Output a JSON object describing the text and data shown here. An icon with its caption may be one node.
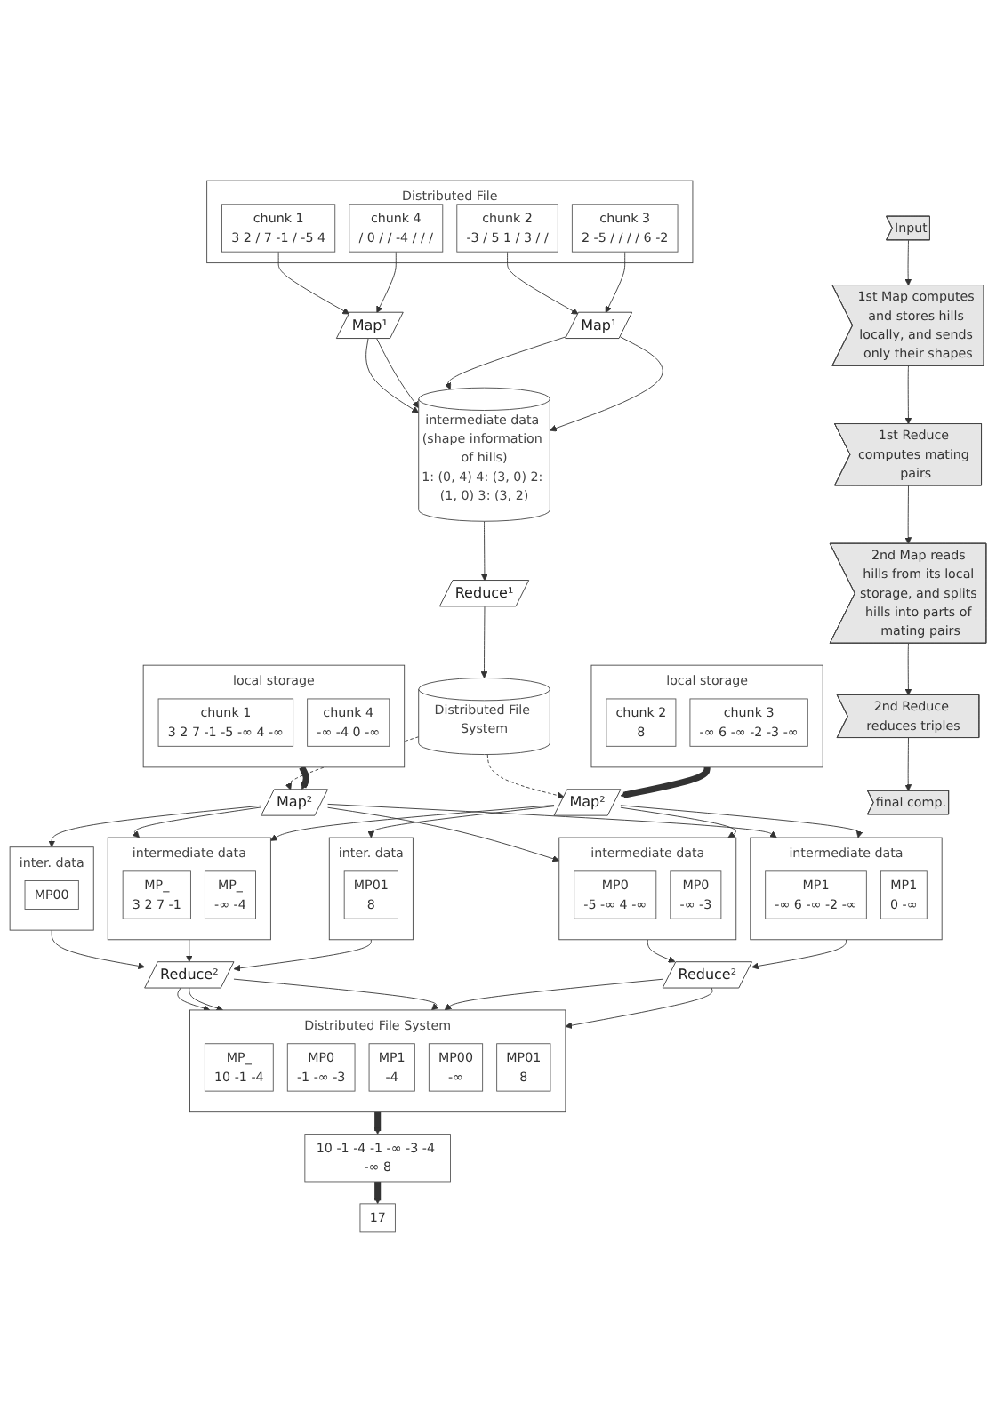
{
  "diagram": {
    "nodes": [
      {
        "text": [
          "Distributed File"
        ]
      },
      {
        "text": [
          "chunk 1",
          "3 2 / 7 -1 / -5 4"
        ],
        "in": 0
      },
      {
        "text": [
          "chunk 2",
          "-3 / 5 1 / 3 / /"
        ],
        "in": 0
      },
      {
        "text": [
          "chunk 3",
          "2 -5 / / / / 6 -2"
        ],
        "in": 0
      },
      {
        "text": [
          "chunk 4",
          "/ 0 / / -4 / / /"
        ],
        "in": 0
      },
      {
        "text": [
          "Map¹"
        ]
      },
      {
        "text": [
          "Map¹"
        ]
      },
      {
        "text": [
          "local storage"
        ]
      },
      {
        "text": [
          "chunk 1",
          "3 2 7 -1 -5 -∞ 4 -∞"
        ],
        "in": 7
      },
      {
        "text": [
          "chunk 4",
          "-∞ -4 0 -∞"
        ],
        "in": 7
      },
      {
        "text": [
          "local storage"
        ]
      },
      {
        "text": [
          "chunk 2",
          "8"
        ],
        "in": 10
      },
      {
        "text": [
          "chunk 3",
          "-∞ 6 -∞ -2 -3 -∞"
        ],
        "in": 10
      },
      {
        "text": [
          "intermediate data (shape information of hills)",
          "1: (0, 4) 4: (3, 0) 2: (1, 0) 3: (3, 2)"
        ]
      },
      {
        "text": [
          "Reduce¹"
        ]
      },
      {
        "text": [
          "Distributed File System"
        ]
      },
      {
        "text": [
          "Map²"
        ]
      },
      {
        "text": [
          "Map²"
        ]
      },
      {
        "text": [
          "inter. data"
        ]
      },
      {
        "text": [
          "MP00"
        ],
        "in": 18
      },
      {
        "text": [
          "intermediate data"
        ]
      },
      {
        "text": [
          "MP_",
          "3 2 7 -1"
        ],
        "in": 20
      },
      {
        "text": [
          "MP_",
          "-∞ -4"
        ],
        "in": 20
      },
      {
        "text": [
          "inter. data"
        ]
      },
      {
        "text": [
          "MP01",
          "8"
        ],
        "in": 23
      },
      {
        "text": [
          "intermediate data"
        ]
      },
      {
        "text": [
          "MP0",
          "-5 -∞ 4 -∞"
        ],
        "in": 25
      },
      {
        "text": [
          "MP0",
          "-∞ -3"
        ],
        "in": 25
      },
      {
        "text": [
          "intermediate data"
        ]
      },
      {
        "text": [
          "MP1",
          "-∞ 6 -∞ -2 -∞"
        ],
        "in": 28
      },
      {
        "text": [
          "MP1",
          "0 -∞"
        ],
        "in": 28
      },
      {
        "text": [
          "Reduce²"
        ]
      },
      {
        "text": [
          "Reduce²"
        ]
      },
      {
        "text": [
          "Distributed File System"
        ]
      },
      {
        "text": [
          "MP_",
          "10 -1 -4"
        ],
        "in": 33
      },
      {
        "text": [
          "MP0",
          "-1 -∞ -3"
        ],
        "in": 33
      },
      {
        "text": [
          "MP1",
          "-4"
        ],
        "in": 33
      },
      {
        "text": [
          "MP00",
          "-∞"
        ],
        "in": 33
      },
      {
        "text": [
          "MP01",
          "8"
        ],
        "in": 33
      },
      {
        "text": [
          "10 -1 -4 -1 -∞ -3 -4 -∞ 8"
        ]
      },
      {
        "text": [
          "17"
        ]
      },
      {
        "text": [
          "Input"
        ]
      },
      {
        "text": [
          "1st Map computes and stores hills locally, and sends only their shapes"
        ]
      },
      {
        "text": [
          "1st Reduce computes mating pairs"
        ]
      },
      {
        "text": [
          "2nd Map reads hills from its local storage, and splits hills into parts of mating pairs"
        ]
      },
      {
        "text": [
          "2nd Reduce reduces triples"
        ]
      },
      {
        "text": [
          "final comp."
        ]
      }
    ],
    "edges": [
      {
        "from": 1,
        "to": 5,
        "arrow": "to"
      },
      {
        "from": 2,
        "to": 6,
        "arrow": "to"
      },
      {
        "from": 3,
        "to": 6,
        "arrow": "to"
      },
      {
        "from": 4,
        "to": 5,
        "arrow": "to"
      },
      {
        "from": 5,
        "to": 13,
        "arrow": "to"
      },
      {
        "from": 5,
        "to": 13,
        "arrow": "to"
      },
      {
        "from": 6,
        "to": 13,
        "arrow": "to"
      },
      {
        "from": 6,
        "to": 13,
        "arrow": "to"
      },
      {
        "from": 13,
        "to": 14,
        "arrow": "to"
      },
      {
        "from": 14,
        "to": 15,
        "arrow": "to"
      },
      {
        "from": 7,
        "to": 16,
        "arrow": "to",
        "style": "thick",
        "color": "#333333"
      },
      {
        "from": 10,
        "to": 17,
        "arrow": "to",
        "style": "thick",
        "color": "#333333"
      },
      {
        "from": 15,
        "to": 16,
        "arrow": "to",
        "style": "dashed"
      },
      {
        "from": 15,
        "to": 17,
        "arrow": "to",
        "style": "dashed"
      },
      {
        "from": 16,
        "to": 18,
        "arrow": "to"
      },
      {
        "from": 16,
        "to": 20,
        "arrow": "to"
      },
      {
        "from": 16,
        "to": 25,
        "arrow": "to"
      },
      {
        "from": 16,
        "to": 28,
        "arrow": "to"
      },
      {
        "from": 17,
        "to": 20,
        "arrow": "to"
      },
      {
        "from": 17,
        "to": 23,
        "arrow": "to"
      },
      {
        "from": 17,
        "to": 25,
        "arrow": "to"
      },
      {
        "from": 17,
        "to": 28,
        "arrow": "to"
      },
      {
        "from": 18,
        "to": 31,
        "arrow": "to"
      },
      {
        "from": 20,
        "to": 31,
        "arrow": "to"
      },
      {
        "from": 23,
        "to": 31,
        "arrow": "to"
      },
      {
        "from": 25,
        "to": 32,
        "arrow": "to"
      },
      {
        "from": 28,
        "to": 32,
        "arrow": "to"
      },
      {
        "from": 31,
        "to": 33,
        "arrow": "to"
      },
      {
        "from": 31,
        "to": 33,
        "arrow": "to"
      },
      {
        "from": 31,
        "to": 33,
        "arrow": "to"
      },
      {
        "from": 32,
        "to": 33,
        "arrow": "to"
      },
      {
        "from": 32,
        "to": 33,
        "arrow": "to"
      },
      {
        "from": 33,
        "to": 39,
        "arrow": "to",
        "style": "thick"
      },
      {
        "from": 39,
        "to": 40,
        "arrow": "to",
        "style": "thick"
      },
      {
        "from": 41,
        "to": 42,
        "arrow": "to"
      },
      {
        "from": 42,
        "to": 43,
        "arrow": "to"
      },
      {
        "from": 43,
        "to": 44,
        "arrow": "to"
      },
      {
        "from": 44,
        "to": 45,
        "arrow": "to"
      },
      {
        "from": 45,
        "to": 46,
        "arrow": "to"
      }
    ]
  }
}
